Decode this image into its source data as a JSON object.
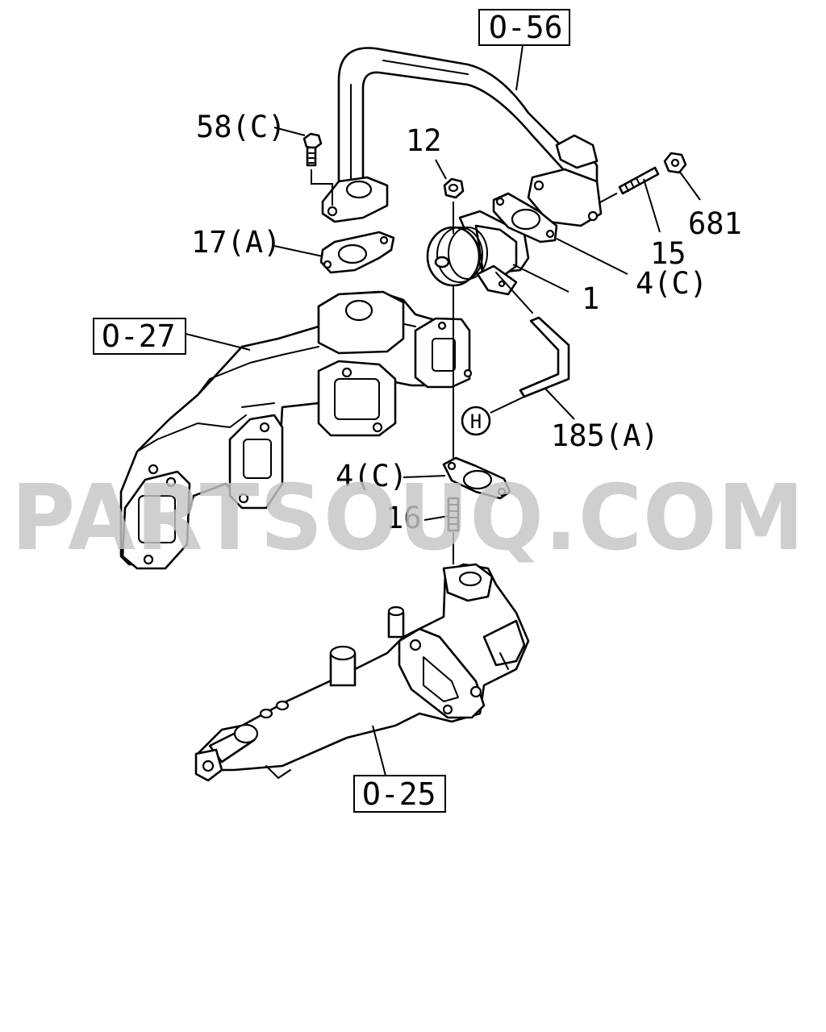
{
  "watermark": "PARTSOUQ.COM",
  "reference_boxes": {
    "top": "O-56",
    "left": "O-27",
    "bottom": "O-25"
  },
  "callouts": {
    "bolt": "58(C)",
    "nut_top": "12",
    "gasket_a": "17(A)",
    "flange_nut": "681",
    "stud_long": "15",
    "egr_valve": "1",
    "gasket_c_upper": "4(C)",
    "hose": "185(A)",
    "hose_marker": "H",
    "gasket_c_lower": "4(C)",
    "stud_short": "16"
  }
}
